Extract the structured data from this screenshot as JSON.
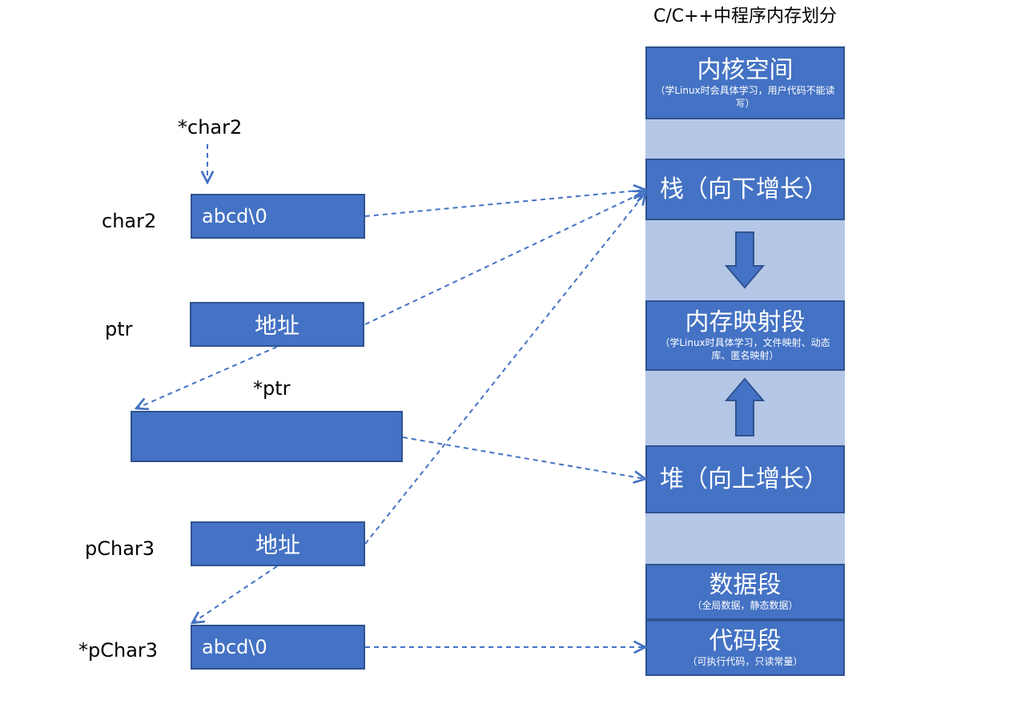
{
  "memory": {
    "title": "C/C++中程序内存划分",
    "kernel": {
      "label": "内核空间",
      "note": "（学Linux时会具体学习，用户代码不能读写）"
    },
    "stack": {
      "label": "栈（向下增长）"
    },
    "mmap": {
      "label": "内存映射段",
      "note": "（学Linux时具体学习，文件映射、动态库、匿名映射）"
    },
    "heap": {
      "label": "堆（向上增长）"
    },
    "data": {
      "label": "数据段",
      "note": "（全局数据，静态数据）"
    },
    "code": {
      "label": "代码段",
      "note": "（可执行代码，只读常量）"
    }
  },
  "variables": {
    "char2_deref_label": "*char2",
    "char2_label": "char2",
    "char2_value": "abcd\\0",
    "ptr_label": "ptr",
    "ptr_value": "地址",
    "ptr_deref_label": "*ptr",
    "ptr_deref_value": "",
    "pchar3_label": "pChar3",
    "pchar3_value": "地址",
    "pchar3_deref_label": "*pChar3",
    "pchar3_deref_value": "abcd\\0"
  },
  "colors": {
    "box_fill": "#4472c4",
    "box_border": "#2f528f",
    "gap_fill": "#b4c7e7",
    "arrow": "#4472c4"
  }
}
